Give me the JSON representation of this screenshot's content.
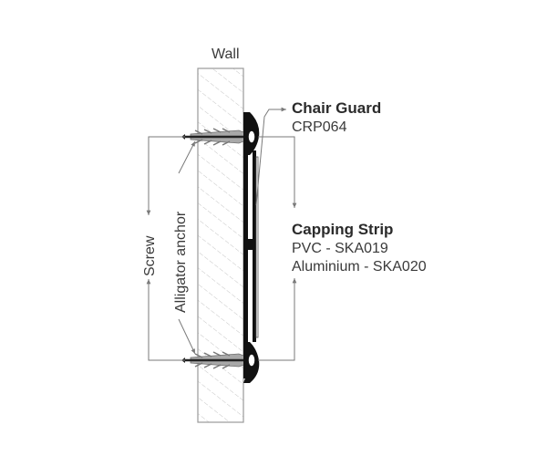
{
  "diagram": {
    "wall_label": "Wall",
    "chair_guard": {
      "title": "Chair Guard",
      "code": "CRP064"
    },
    "capping_strip": {
      "title": "Capping Strip",
      "pvc": "PVC - SKA019",
      "aluminium": "Aluminium - SKA020"
    },
    "screw_label": "Screw",
    "anchor_label": "Alligator anchor"
  },
  "colors": {
    "wall_outline": "#9a9a9a",
    "hatch": "#c8c8c8",
    "profile": "#111111",
    "leader": "#7a7a7a",
    "anchor": "#a8a8a8"
  }
}
